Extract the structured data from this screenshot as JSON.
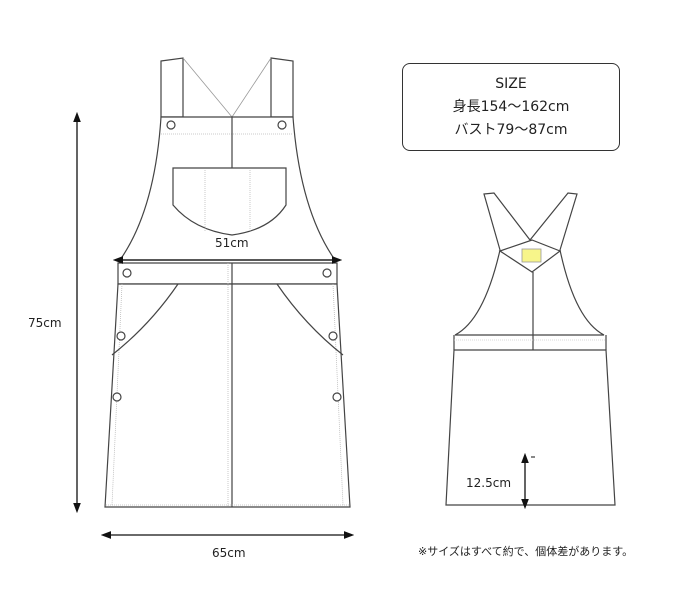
{
  "size_box": {
    "title": "SIZE",
    "height_range": "身長154〜162cm",
    "bust_range": "バスト79〜87cm"
  },
  "front_view": {
    "width_label": "51cm",
    "length_label": "75cm",
    "hem_label": "65cm"
  },
  "back_view": {
    "slit_label": "12.5cm",
    "label_patch_color": "#f7f58a"
  },
  "footnote": "※サイズはすべて約で、個体差があります。",
  "colors": {
    "line": "#444444",
    "stitch": "#bbbbbb",
    "arrow": "#111111"
  }
}
